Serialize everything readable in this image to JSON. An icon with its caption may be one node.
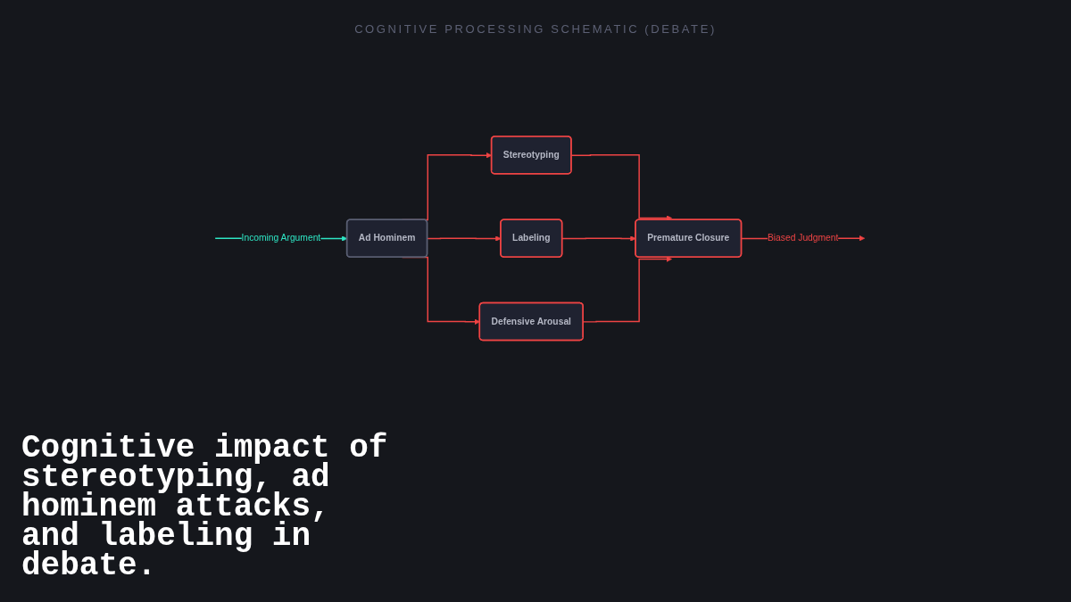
{
  "diagram": {
    "title": "COGNITIVE PROCESSING SCHEMATIC (DEBATE)",
    "caption": "Cognitive impact of stereotyping, ad hominem attacks, and labeling in debate.",
    "nodes": [
      {
        "text": [
          "Ad Hominem"
        ]
      },
      {
        "text": [
          "Stereotyping"
        ]
      },
      {
        "text": [
          "Labeling"
        ]
      },
      {
        "text": [
          "Defensive Arousal"
        ]
      },
      {
        "text": [
          "Premature Closure"
        ]
      }
    ],
    "edges": [
      {
        "from": null,
        "to": 0,
        "arrow": "to",
        "label": "Incoming Argument",
        "color": "#2ee6c4"
      },
      {
        "from": 0,
        "to": 1,
        "arrow": "to"
      },
      {
        "from": 0,
        "to": 2,
        "arrow": "to"
      },
      {
        "from": 0,
        "to": 3,
        "arrow": "to"
      },
      {
        "from": 1,
        "to": 4,
        "arrow": "to"
      },
      {
        "from": 2,
        "to": 4,
        "arrow": "to"
      },
      {
        "from": 3,
        "to": 4,
        "arrow": "to"
      },
      {
        "from": 4,
        "to": null,
        "arrow": "to",
        "label": "Biased Judgment"
      }
    ]
  }
}
